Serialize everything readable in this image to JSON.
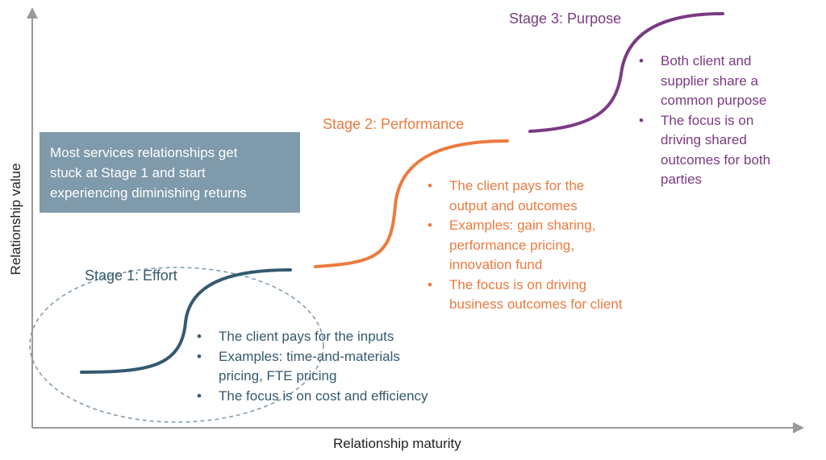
{
  "colors": {
    "axis": "#9a9a9a",
    "stage1": "#34596f",
    "stage2": "#ec7a3e",
    "stage3": "#7b3a83",
    "callout_bg": "#7f9aab",
    "ellipse": "#7c97a9"
  },
  "axes": {
    "x_label": "Relationship maturity",
    "y_label": "Relationship value"
  },
  "callout": {
    "text_lines": [
      "Most services relationships get",
      "stuck at Stage 1 and start",
      "experiencing diminishing returns"
    ]
  },
  "stages": [
    {
      "title": "Stage 1: Effort",
      "bullets": [
        [
          "The client pays for the inputs"
        ],
        [
          "Examples: time-and-materials",
          "pricing, FTE pricing"
        ],
        [
          "The focus is on cost and efficiency"
        ]
      ]
    },
    {
      "title": "Stage 2: Performance",
      "bullets": [
        [
          "The client pays for the",
          "output and outcomes"
        ],
        [
          "Examples: gain sharing,",
          "performance pricing,",
          "innovation fund"
        ],
        [
          "The focus is on driving",
          "business outcomes for client"
        ]
      ]
    },
    {
      "title": "Stage 3: Purpose",
      "bullets": [
        [
          "Both client and",
          "supplier share a",
          "common purpose"
        ],
        [
          "The focus is on",
          "driving shared",
          "outcomes for both",
          "parties"
        ]
      ]
    }
  ]
}
